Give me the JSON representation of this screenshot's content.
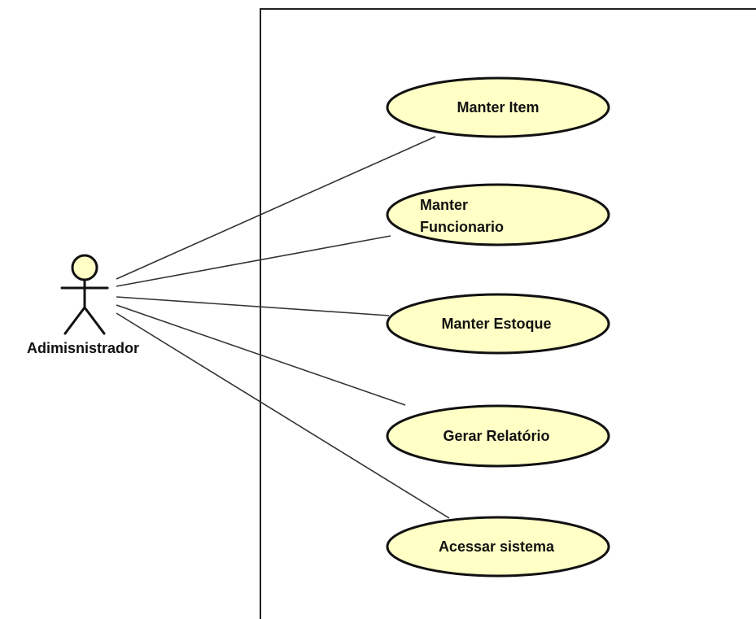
{
  "diagram": {
    "actor": {
      "name": "Adimisnistrador"
    },
    "use_cases": [
      {
        "id": "manter-item",
        "label": "Manter Item"
      },
      {
        "id": "manter-funcionario",
        "label_lines": [
          "Manter",
          "Funcionario"
        ]
      },
      {
        "id": "manter-estoque",
        "label": "Manter Estoque"
      },
      {
        "id": "gerar-relatorio",
        "label": "Gerar Relatório"
      },
      {
        "id": "acessar-sistema",
        "label": "Acessar sistema"
      }
    ],
    "colors": {
      "use_case_fill": "#ffffc6",
      "actor_fill": "#ffffc6",
      "stroke": "#111111"
    }
  }
}
